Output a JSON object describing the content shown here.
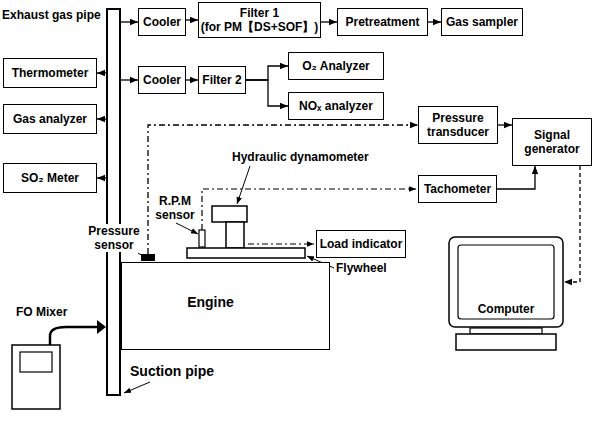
{
  "diagram": {
    "nodes": [
      {
        "text": [
          "Exhaust gas pipe"
        ]
      },
      {
        "text": [
          "Cooler"
        ]
      },
      {
        "text": [
          "Filter 1",
          "(for PM【DS+SOF】)"
        ]
      },
      {
        "text": [
          "Pretreatment"
        ]
      },
      {
        "text": [
          "Gas sampler"
        ]
      },
      {
        "text": [
          "Thermometer"
        ]
      },
      {
        "text": [
          "Cooler"
        ]
      },
      {
        "text": [
          "Filter 2"
        ]
      },
      {
        "text": [
          "O₂ Analyzer"
        ]
      },
      {
        "text": [
          "NOₓ analyzer"
        ]
      },
      {
        "text": [
          "Gas analyzer"
        ]
      },
      {
        "text": [
          "Pressure transducer"
        ]
      },
      {
        "text": [
          "Signal generator"
        ]
      },
      {
        "text": [
          "SO₂ Meter"
        ]
      },
      {
        "text": [
          "Tachometer"
        ]
      },
      {
        "text": [
          "Load indicator"
        ]
      },
      {
        "text": [
          "Engine"
        ]
      },
      {
        "text": [
          "Computer"
        ]
      }
    ],
    "edges": [
      {
        "from": 0,
        "to": 1,
        "arrow": "to"
      },
      {
        "from": 1,
        "to": 2,
        "arrow": "to"
      },
      {
        "from": 2,
        "to": 3,
        "arrow": "to"
      },
      {
        "from": 3,
        "to": 4,
        "arrow": "to"
      },
      {
        "from": 0,
        "to": 5,
        "arrow": "to"
      },
      {
        "from": 0,
        "to": 6,
        "arrow": "to"
      },
      {
        "from": 6,
        "to": 7,
        "arrow": "to"
      },
      {
        "from": 7,
        "to": 8,
        "arrow": "to"
      },
      {
        "from": 7,
        "to": 9,
        "arrow": "to"
      },
      {
        "from": 0,
        "to": 10,
        "arrow": "to"
      },
      {
        "from": 0,
        "to": 13,
        "arrow": "to"
      },
      {
        "from": 16,
        "to": 11,
        "arrow": "to"
      },
      {
        "from": 11,
        "to": 12,
        "arrow": "to"
      },
      {
        "from": 14,
        "to": 12,
        "arrow": "to"
      },
      {
        "from": 12,
        "to": 17,
        "arrow": "to"
      }
    ],
    "labels": [
      "Hydraulic dynamometer",
      "R.P.M sensor",
      "Pressure sensor",
      "Flywheel",
      "FO Mixer",
      "Suction pipe"
    ]
  }
}
